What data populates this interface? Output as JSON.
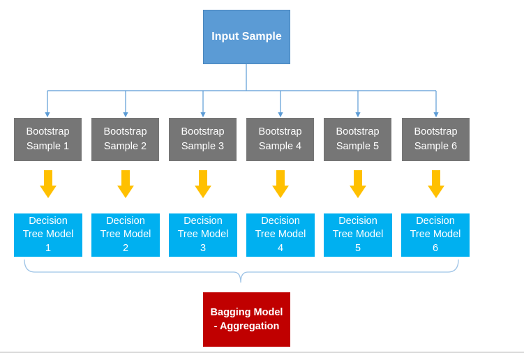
{
  "input": {
    "label": "Input Sample"
  },
  "bootstraps": [
    {
      "line1": "Bootstrap",
      "line2": "Sample 1"
    },
    {
      "line1": "Bootstrap",
      "line2": "Sample 2"
    },
    {
      "line1": "Bootstrap",
      "line2": "Sample 3"
    },
    {
      "line1": "Bootstrap",
      "line2": "Sample 4"
    },
    {
      "line1": "Bootstrap",
      "line2": "Sample 5"
    },
    {
      "line1": "Bootstrap",
      "line2": "Sample 6"
    }
  ],
  "trees": [
    {
      "line1": "Decision",
      "line2": "Tree Model",
      "line3": "1"
    },
    {
      "line1": "Decision",
      "line2": "Tree Model",
      "line3": "2"
    },
    {
      "line1": "Decision",
      "line2": "Tree Model",
      "line3": "3"
    },
    {
      "line1": "Decision",
      "line2": "Tree Model",
      "line3": "4"
    },
    {
      "line1": "Decision",
      "line2": "Tree Model",
      "line3": "5"
    },
    {
      "line1": "Decision",
      "line2": "Tree Model",
      "line3": "6"
    }
  ],
  "bagging": {
    "line1": "Bagging Model",
    "line2": "- Aggregation"
  },
  "colors": {
    "input": "#5b9bd5",
    "bootstrap": "#767676",
    "tree": "#00b0f0",
    "bagging": "#c00000",
    "arrow": "#ffc000",
    "connector": "#5b9bd5",
    "brace": "#9dc3e6"
  }
}
